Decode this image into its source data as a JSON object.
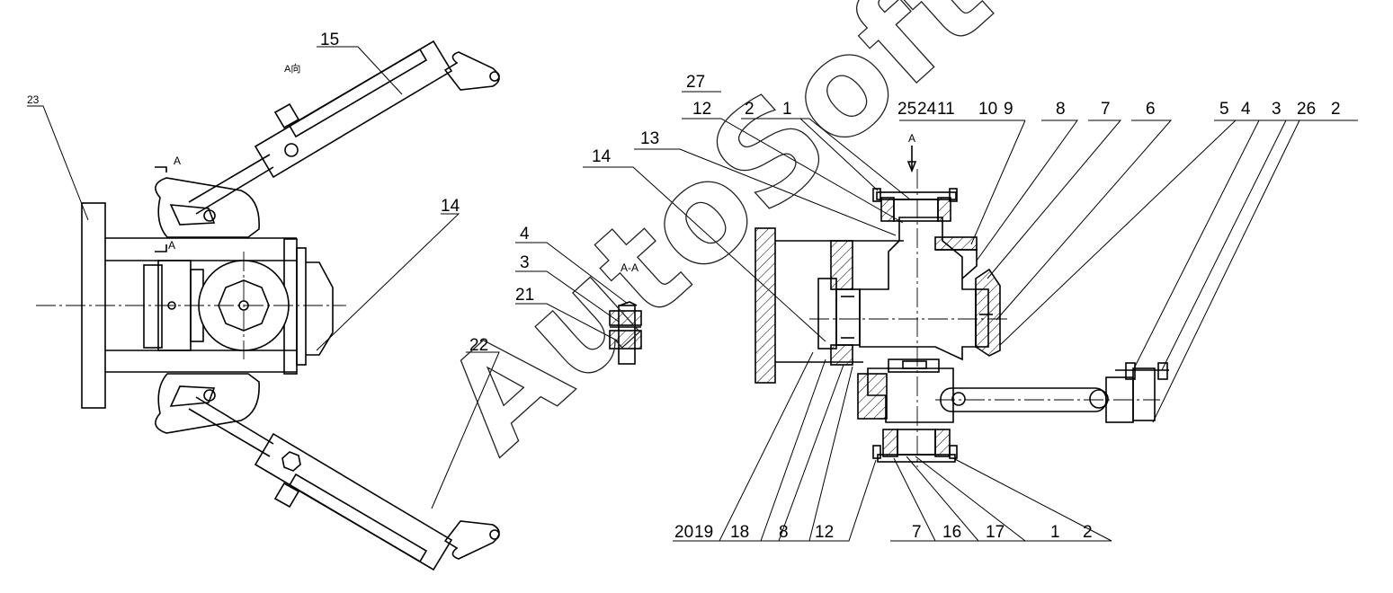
{
  "watermark": "AutoSoft",
  "section_title": "A-A",
  "section_marks": {
    "a_upper": "A",
    "a_lower": "A",
    "a_view": "A",
    "a_view_right": "A"
  },
  "left_callouts": {
    "c23": "23",
    "c15": "15",
    "c14": "14",
    "c22": "22",
    "small_mark": "A向"
  },
  "section_callouts": {
    "c4": "4",
    "c3": "3",
    "c21": "21"
  },
  "top_callouts": {
    "c27": "27",
    "c12": "12",
    "c2": "2",
    "c1": "1",
    "c25": "25",
    "c24": "24",
    "c11": "11",
    "c10": "10",
    "c9": "9",
    "c8": "8",
    "c7": "7",
    "c6": "6",
    "c5": "5",
    "c4": "4",
    "c3": "3",
    "c26": "26",
    "c2b": "2"
  },
  "mid_callouts": {
    "c13": "13",
    "c14": "14"
  },
  "bottom_callouts": {
    "c20": "20",
    "c19": "19",
    "c18": "18",
    "c8": "8",
    "c12": "12",
    "c7": "7",
    "c16": "16",
    "c17": "17",
    "c1": "1",
    "c2": "2"
  }
}
